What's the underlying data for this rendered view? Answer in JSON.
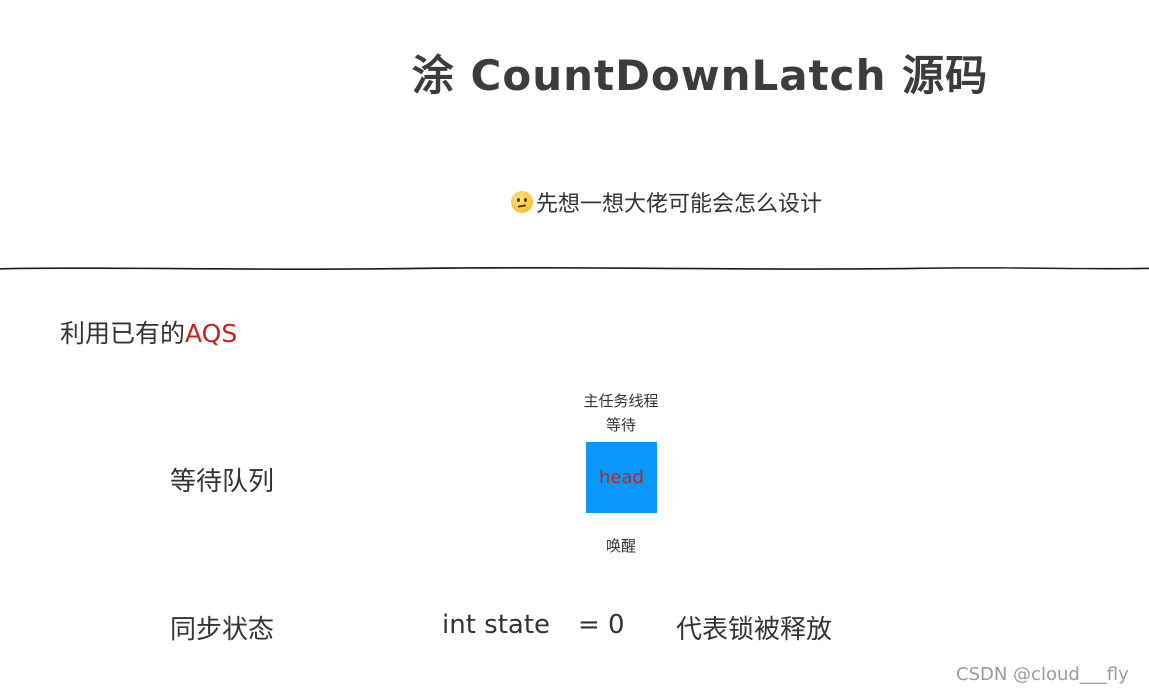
{
  "title": "涂  CountDownLatch  源码",
  "subtitle": "先想一想大佬可能会怎么设计",
  "aqs": {
    "prefix": "利用已有的",
    "highlight": "AQS"
  },
  "queue": {
    "label": "等待队列",
    "caption_top_line1": "主任务线程",
    "caption_top_line2": "等待",
    "node_label": "head",
    "caption_bottom": "唤醒"
  },
  "sync": {
    "label": "同步状态",
    "expression": "int state",
    "equals": "= 0",
    "meaning": "代表锁被释放"
  },
  "watermark": "CSDN @cloud___fly",
  "colors": {
    "highlight_red": "#c8201e",
    "node_blue": "#0b96fa",
    "text": "#333333"
  },
  "icons": {
    "subtitle_icon": "thinking-face-icon"
  }
}
